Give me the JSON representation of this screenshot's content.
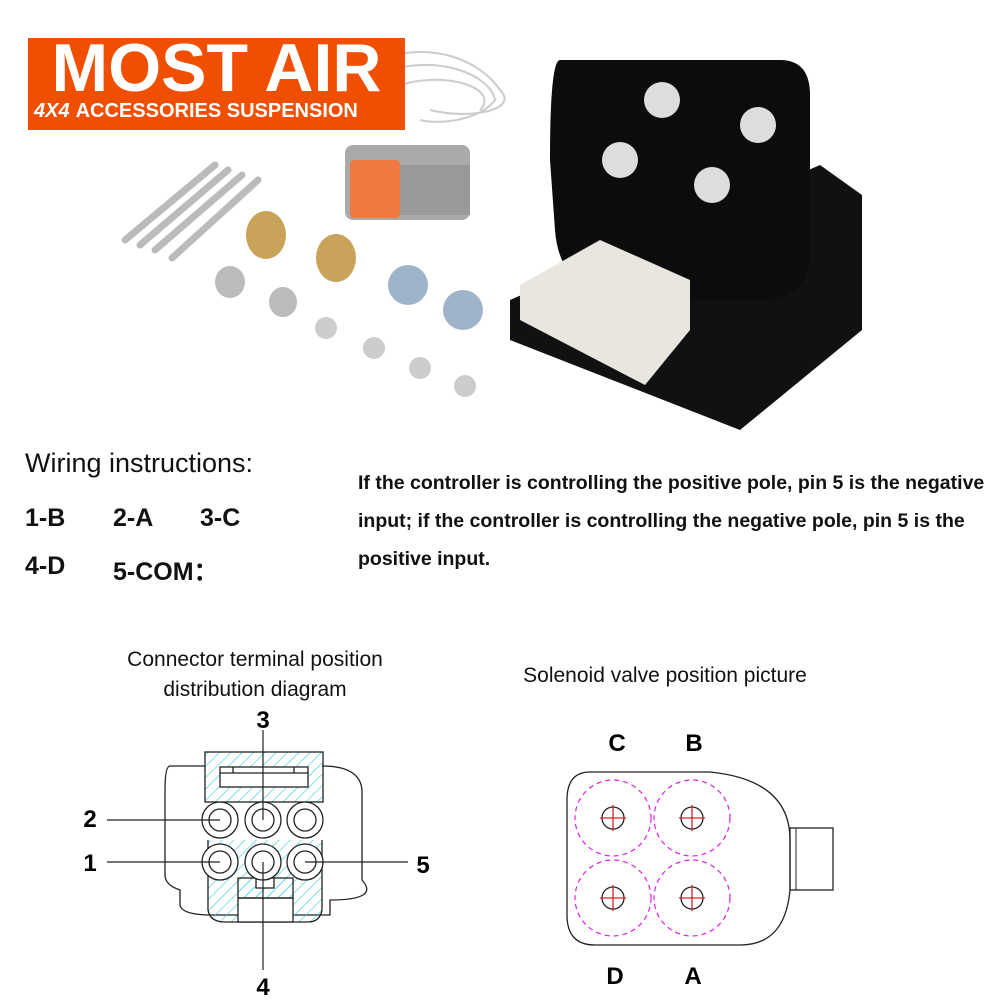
{
  "logo": {
    "brand": "MOST AIR",
    "tag_prefix": "4X4",
    "tagline": "ACCESSORIES SUSPENSION",
    "color": "#f04e00"
  },
  "wiring": {
    "heading": "Wiring instructions:",
    "pins": [
      "1-B",
      "2-A",
      "3-C",
      "4-D",
      "5-COM："
    ],
    "note": "If the controller is controlling the positive pole, pin 5 is the negative input; if the controller is controlling the negative pole, pin 5 is the positive input."
  },
  "connector_diagram": {
    "caption_line1": "Connector terminal position",
    "caption_line2": "distribution diagram",
    "labels": {
      "p1": "1",
      "p2": "2",
      "p3": "3",
      "p4": "4",
      "p5": "5"
    }
  },
  "valve_diagram": {
    "caption": "Solenoid valve position picture",
    "labels": {
      "c": "C",
      "b": "B",
      "d": "D",
      "a": "A"
    }
  }
}
